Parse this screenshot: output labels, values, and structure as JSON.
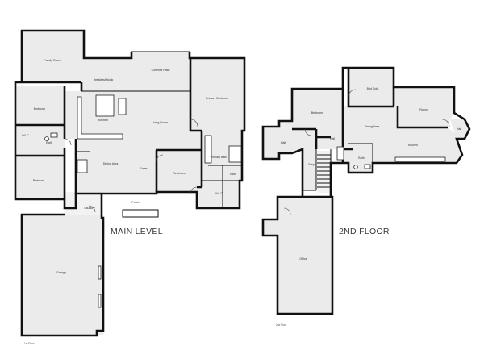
{
  "levels": {
    "main": {
      "title": "MAIN LEVEL",
      "footnote": "1st Floor",
      "rooms": {
        "family_room": "Family Room",
        "breakfast_nook": "Breakfast Nook",
        "covered_patio": "Covered Patio",
        "primary_bedroom": "Primary Bedroom",
        "bedroom_1": "Bedroom",
        "kitchen": "Kitchen",
        "living_room": "Living Room",
        "wic_small": "W.I.C.",
        "bath": "Bath",
        "dining_area": "Dining Area",
        "primary_bath": "Primary Bath",
        "bedroom_2": "Bedroom",
        "foyer": "Foyer",
        "restroom": "Restroom",
        "bath_small": "Bath",
        "wic_primary": "W.I.C.",
        "laundry": "Laundry",
        "porch": "Porch",
        "garage": "Garage"
      }
    },
    "second": {
      "title": "2ND FLOOR",
      "footnote": "2nd Floor",
      "rooms": {
        "bed_sofa": "Bed Sofa",
        "bedroom": "Bedroom",
        "dining_area": "Dining Area",
        "room": "Room",
        "hall_left": "Hall",
        "hall_mid": "Hall",
        "hall_right": "Hall",
        "bath": "Bath",
        "kitchen": "Kitchen",
        "stairs": "Step",
        "office": "Office"
      }
    }
  }
}
